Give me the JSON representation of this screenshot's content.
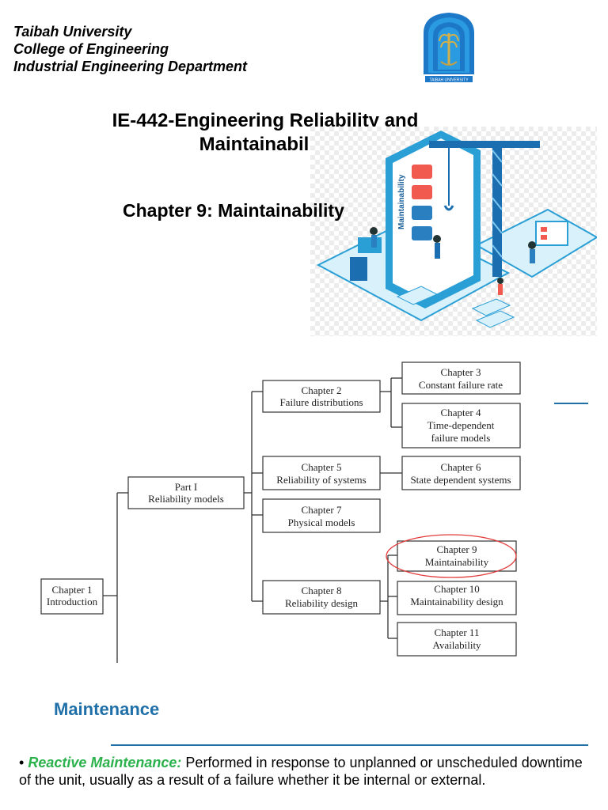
{
  "header": {
    "university": "Taibah University",
    "college": "College of Engineering",
    "department": "Industrial Engineering Department"
  },
  "course": {
    "title_line1": "IE-442-Engineering Reliability and",
    "title_line2": "Maintainability",
    "chapter_title": "Chapter 9: Maintainability"
  },
  "illustration": {
    "vertical_label": "Maintainability"
  },
  "logo": {
    "caption": "TAIBAH UNIVERSITY"
  },
  "tree": {
    "ch1": [
      "Chapter 1",
      "Introduction"
    ],
    "part1": [
      "Part I",
      "Reliability models"
    ],
    "ch2": [
      "Chapter 2",
      "Failure distributions"
    ],
    "ch3": [
      "Chapter 3",
      "Constant failure rate"
    ],
    "ch4": [
      "Chapter 4",
      "Time-dependent",
      "failure models"
    ],
    "ch5": [
      "Chapter 5",
      "Reliability of systems"
    ],
    "ch6": [
      "Chapter 6",
      "State dependent systems"
    ],
    "ch7": [
      "Chapter 7",
      "Physical models"
    ],
    "ch8": [
      "Chapter 8",
      "Reliability design"
    ],
    "ch9": [
      "Chapter 9",
      "Maintainability"
    ],
    "ch10": [
      "Chapter 10",
      "Maintainability design"
    ],
    "ch11": [
      "Chapter 11",
      "Availability"
    ],
    "highlight_color": "#e23b3b"
  },
  "section": {
    "heading": "Maintenance",
    "bullet_symbol": "•",
    "term": "Reactive Maintenance:",
    "text": "Performed in response to unplanned or unscheduled downtime of the unit, usually as a result of a failure whether it be internal or external."
  },
  "colors": {
    "heading_blue": "#1f6fa8",
    "term_green": "#2bb24c"
  }
}
